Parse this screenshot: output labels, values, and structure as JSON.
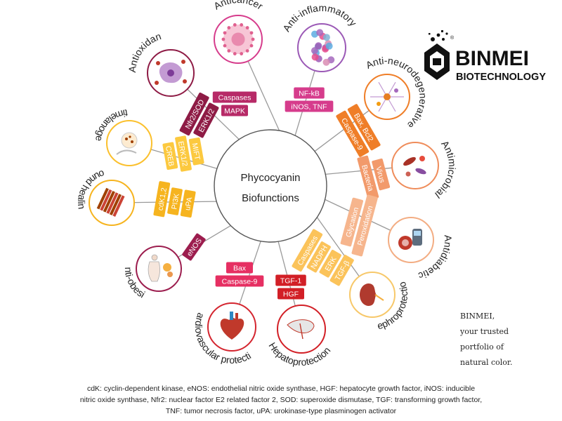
{
  "center": {
    "line1": "Phycocyanin",
    "line2": "Biofunctions"
  },
  "brand": {
    "name": "BINMEI",
    "sub": "BIOTECHNOLOGY",
    "registered": "®"
  },
  "tagline": [
    "BINMEI,",
    "your trusted",
    "portfolio of",
    "natural color."
  ],
  "footnote": [
    "cdK: cyclin-dependent kinase, eNOS: endothelial nitric oxide synthase, HGF: hepatocyte growth factor, iNOS: inducible",
    "nitric oxide synthase, Nfr2: nuclear factor E2 related factor 2, SOD: superoxide dismutase, TGF: transforming growth factor,",
    "TNF: tumor necrosis factor, uPA: urokinase-type plasminogen activator"
  ],
  "colors": {
    "maroon": "#8e1b45",
    "magenta": "#d63c8c",
    "orange": "#ef7e28",
    "peach": "#f3ad83",
    "yellow": "#fbc02d",
    "crimson": "#d4252f",
    "pink": "#e62f62",
    "red": "#d21f26"
  },
  "functions": [
    {
      "id": "anticancer",
      "label": "Anticancer",
      "color": "#d63c8c",
      "icon": "cancer-cell-icon",
      "mechanisms": [
        {
          "text": [
            "Caspases"
          ],
          "color": "#b72a67"
        },
        {
          "text": [
            "MAPK"
          ],
          "color": "#b72a67"
        }
      ]
    },
    {
      "id": "anti-inflammatory",
      "label": "Anti-inflammatory",
      "color": "#9b59b6",
      "icon": "immune-cells-icon",
      "mechanisms": [
        {
          "text": [
            "NF-kB"
          ],
          "color": "#d63c8c"
        },
        {
          "text": [
            "iNOS, TNF"
          ],
          "color": "#d63c8c"
        }
      ]
    },
    {
      "id": "anti-neurodegenerative",
      "label": "Anti-neurodegenerative",
      "color": "#ef7e28",
      "icon": "neuron-icon",
      "mechanisms": [
        {
          "text": [
            "Bax, Bcl2"
          ],
          "color": "#ef7e28"
        },
        {
          "text": [
            "Caspase-9"
          ],
          "color": "#ef7e28"
        }
      ]
    },
    {
      "id": "antimicrobial",
      "label": "Antimicrobial",
      "color": "#ef8c5a",
      "icon": "microbe-icon",
      "mechanisms": [
        {
          "text": [
            "Virus"
          ],
          "color": "#f29a6b"
        },
        {
          "text": [
            "Bacteria"
          ],
          "color": "#f29a6b"
        }
      ]
    },
    {
      "id": "antidiabetic",
      "label": "Antidiabetic",
      "color": "#f3ad83",
      "icon": "glucose-meter-icon",
      "mechanisms": [
        {
          "text": [
            "Glycation"
          ],
          "color": "#f6b58d"
        },
        {
          "text": [
            "Peroxidation"
          ],
          "color": "#f6b58d"
        }
      ]
    },
    {
      "id": "nephroprotection",
      "label": "Nephroprotection",
      "color": "#f7c86a",
      "icon": "kidney-icon",
      "mechanisms": [
        {
          "text": [
            "Caspases"
          ],
          "color": "#fbc35a"
        },
        {
          "text": [
            "NADPH"
          ],
          "color": "#fbc35a"
        },
        {
          "text": [
            "ERK"
          ],
          "color": "#fbc35a"
        },
        {
          "text": [
            "TGF-β"
          ],
          "color": "#fbc35a"
        }
      ]
    },
    {
      "id": "hepatoprotection",
      "label": "Hepatoprotection",
      "color": "#d21f26",
      "icon": "liver-icon",
      "mechanisms": [
        {
          "text": [
            "TGF-1"
          ],
          "color": "#d21f26"
        },
        {
          "text": [
            "HGF"
          ],
          "color": "#d21f26"
        }
      ]
    },
    {
      "id": "cardiovascular",
      "label": "Cardiovascular protection",
      "color": "#d4252f",
      "icon": "heart-icon",
      "mechanisms": [
        {
          "text": [
            "Bax"
          ],
          "color": "#e62f62"
        },
        {
          "text": [
            "Caspase-9"
          ],
          "color": "#e62f62"
        }
      ]
    },
    {
      "id": "anti-obesity",
      "label": "Anti-obesity",
      "color": "#9c1d4e",
      "icon": "body-fat-icon",
      "mechanisms": [
        {
          "text": [
            "eNOS"
          ],
          "color": "#9c1d4e"
        }
      ]
    },
    {
      "id": "wound-healing",
      "label": "Wound healing",
      "color": "#f6b41f",
      "icon": "skin-tissue-icon",
      "mechanisms": [
        {
          "text": [
            "cdK1,2"
          ],
          "color": "#f6b41f"
        },
        {
          "text": [
            "PI3K"
          ],
          "color": "#f6b41f"
        },
        {
          "text": [
            "uPA"
          ],
          "color": "#f6b41f"
        }
      ]
    },
    {
      "id": "antimelanogenic",
      "label": "Antimelanogenic",
      "color": "#fbc02d",
      "icon": "melanocyte-icon",
      "mechanisms": [
        {
          "text": [
            "MIFT"
          ],
          "color": "#fcc93f"
        },
        {
          "text": [
            "ERK1/2"
          ],
          "color": "#fcc93f"
        },
        {
          "text": [
            "CREB"
          ],
          "color": "#fcc93f"
        }
      ]
    },
    {
      "id": "antioxidant",
      "label": "Antioxidant",
      "color": "#8e1b45",
      "icon": "oxidative-cell-icon",
      "mechanisms": [
        {
          "text": [
            "Nfr2/SOD"
          ],
          "color": "#8e1b45"
        },
        {
          "text": [
            "ERK1/2"
          ],
          "color": "#8e1b45"
        }
      ]
    }
  ]
}
